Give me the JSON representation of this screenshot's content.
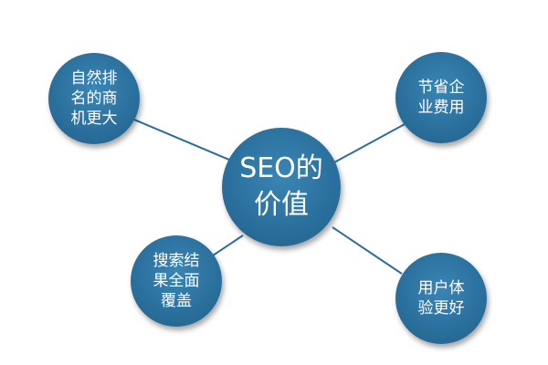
{
  "diagram": {
    "center": {
      "label": "SEO的\n价值"
    },
    "nodes": [
      {
        "id": "tl",
        "label": "自然排\n名的商\n机更大"
      },
      {
        "id": "tr",
        "label": "节省企\n业费用"
      },
      {
        "id": "bl",
        "label": "搜索结\n果全面\n覆盖"
      },
      {
        "id": "br",
        "label": "用户体\n验更好"
      }
    ],
    "colors": {
      "node_fill": "#2a6f9c",
      "connector": "#2a6f9c",
      "text": "#ffffff"
    }
  }
}
